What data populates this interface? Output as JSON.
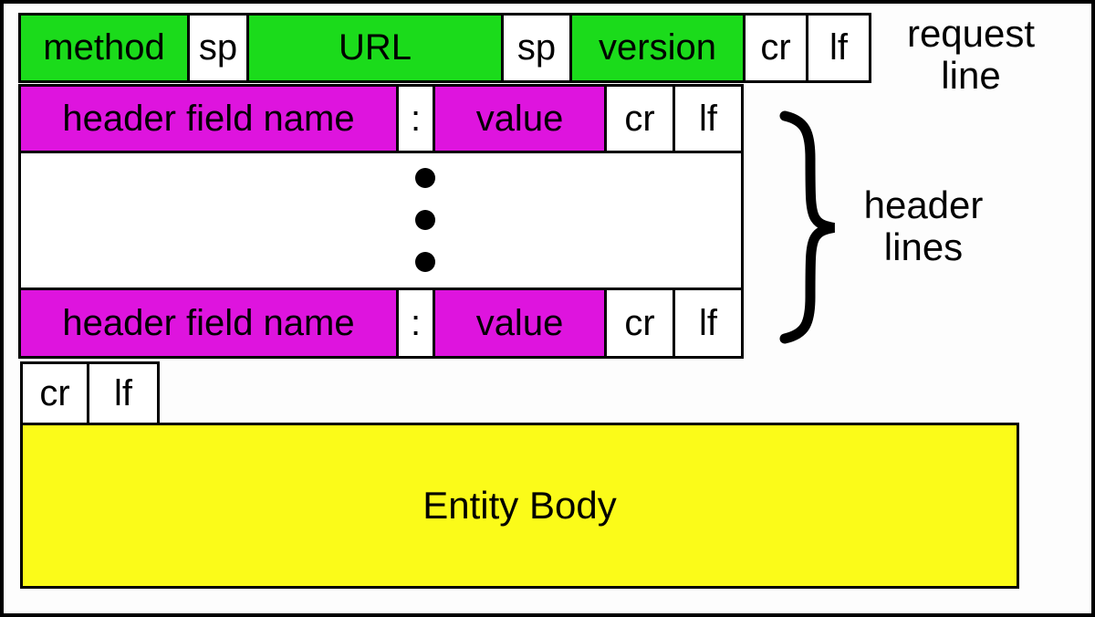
{
  "diagram": {
    "request_line": {
      "method": "method",
      "sp1": "sp",
      "url": "URL",
      "sp2": "sp",
      "version": "version",
      "cr": "cr",
      "lf": "lf",
      "annotation": "request\nline"
    },
    "header_line_1": {
      "field_name": "header field name",
      "colon": ":",
      "value": "value",
      "cr": "cr",
      "lf": "lf"
    },
    "header_line_2": {
      "field_name": "header field name",
      "colon": ":",
      "value": "value",
      "cr": "cr",
      "lf": "lf"
    },
    "header_lines_annotation": "header\nlines",
    "blank_line": {
      "cr": "cr",
      "lf": "lf"
    },
    "entity_body_label": "Entity Body",
    "colors": {
      "green": "#1bdb1b",
      "magenta": "#de14de",
      "yellow": "#fbfb19",
      "white": "#ffffff",
      "border": "#000000"
    }
  }
}
